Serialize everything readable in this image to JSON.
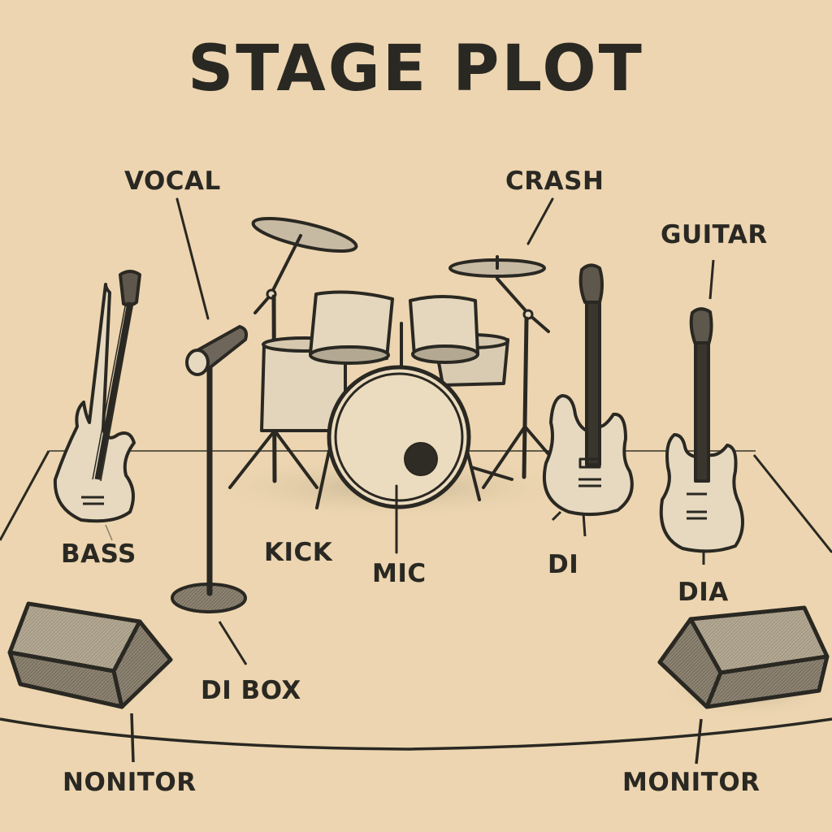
{
  "title": "STAGE PLOT",
  "colors": {
    "background": "#ecd5b0",
    "ink": "#2a2822",
    "fill_light": "#e6d9c0",
    "fill_mid": "#a89c86",
    "fill_dark": "#6e665a"
  },
  "labels": {
    "vocal": "VOCAL",
    "crash": "CRASH",
    "guitar": "GUITAR",
    "bass": "BASS",
    "kick": "KICK",
    "mic": "MIC",
    "di": "DI",
    "dia": "DIA",
    "di_box": "DI BOX",
    "monitor_left": "NONITOR",
    "monitor_right": "MONITOR"
  },
  "elements": [
    {
      "id": "bass-guitar",
      "label_key": "bass",
      "icon": "bass-guitar-icon"
    },
    {
      "id": "vocal-mic-stand",
      "label_key": "vocal",
      "icon": "mic-stand-icon"
    },
    {
      "id": "drum-kit",
      "label_key": "kick",
      "icon": "drum-kit-icon"
    },
    {
      "id": "kick-mic",
      "label_key": "mic",
      "icon": "kick-drum-icon"
    },
    {
      "id": "crash-cymbal",
      "label_key": "crash",
      "icon": "cymbal-icon"
    },
    {
      "id": "guitar-1",
      "label_key": "di",
      "icon": "electric-guitar-icon"
    },
    {
      "id": "guitar-2",
      "label_key": "guitar",
      "icon": "electric-guitar-icon"
    },
    {
      "id": "di-box",
      "label_key": "di_box",
      "icon": "mic-base-icon"
    },
    {
      "id": "monitor-left",
      "label_key": "monitor_left",
      "icon": "wedge-monitor-icon"
    },
    {
      "id": "monitor-right",
      "label_key": "monitor_right",
      "icon": "wedge-monitor-icon"
    }
  ]
}
